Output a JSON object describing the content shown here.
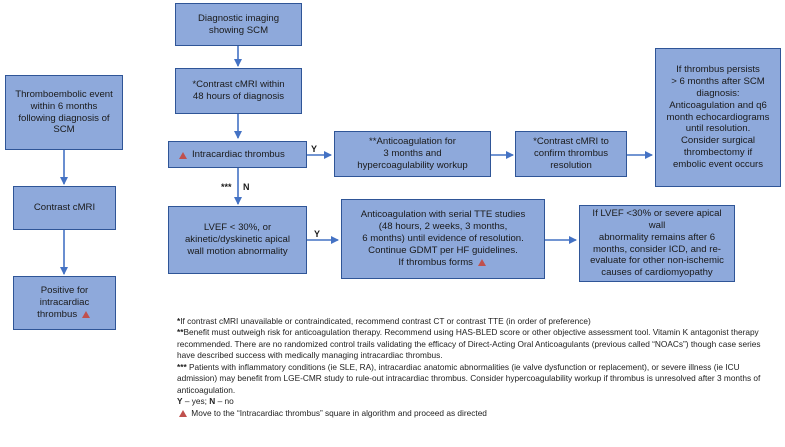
{
  "boxes": {
    "imaging": [
      "Diagnostic imaging",
      "showing SCM"
    ],
    "cmri48": [
      "*Contrast cMRI within",
      "48 hours of diagnosis"
    ],
    "intracardiac": "Intracardiac thrombus",
    "anticoag3": [
      "**Anticoagulation for",
      "3 months and",
      "hypercoagulability workup"
    ],
    "confirm": [
      "*Contrast cMRI to",
      "confirm thrombus",
      "resolution"
    ],
    "persist": [
      "If thrombus persists",
      "> 6 months after SCM",
      "diagnosis:",
      "Anticoagulation and q6",
      "month echocardiograms",
      "until resolution.",
      "Consider surgical",
      "thrombectomy if",
      "embolic event occurs"
    ],
    "lvef": [
      "LVEF < 30%, or",
      "akinetic/dyskinetic apical",
      "wall motion abnormality"
    ],
    "serial": [
      "Anticoagulation with serial TTE studies",
      "(48 hours, 2 weeks, 3 months,",
      "6 months) until evidence of resolution.",
      "Continue GDMT per HF guidelines."
    ],
    "serial_last": "If thrombus forms",
    "icd": [
      "If LVEF <30% or severe apical wall",
      "abnormality remains after 6",
      "months, consider ICD, and re-",
      "evaluate for other non-ischemic",
      "causes of cardiomyopathy"
    ],
    "thrombo": [
      "Thromboembolic event",
      "within 6 months",
      "following diagnosis of",
      "SCM"
    ],
    "contrast": "Contrast cMRI",
    "positive": [
      "Positive for",
      "intracardiac",
      "thrombus"
    ]
  },
  "labels": {
    "yes1": "Y",
    "yes2": "Y",
    "no_stars": "***",
    "no": "N"
  },
  "notes": {
    "n1_mark": "*",
    "n1": "If contrast cMRI unavailable or contraindicated, recommend contrast CT or contrast TTE (in order of preference)",
    "n2_mark": "**",
    "n2": "Benefit must outweigh risk for anticoagulation therapy. Recommend using HAS-BLED score or other objective assessment tool. Vitamin K antagonist therapy recommended. There are no randomized control trails validating the efficacy of Direct-Acting Oral Anticoagulants (previous called “NOACs”) though case series have described success with medically managing intracardiac thrombus.",
    "n3_mark": "***",
    "n3": " Patients with inflammatory conditions (ie SLE, RA), intracardiac anatomic abnormalities (ie valve dysfunction or replacement), or severe illness (ie ICU admission) may benefit from LGE-CMR study to rule-out intracardiac thrombus. Consider hypercoagulability workup if thrombus is unresolved after 3 months of anticoagulation.",
    "y_mark": "Y",
    "y_text": " – yes; ",
    "n_mark": "N",
    "n_text": " – no",
    "tri_text": " Move to the “Intracardiac thrombus” square in algorithm and proceed as directed"
  },
  "colors": {
    "box_fill": "#8ea9db",
    "box_border": "#2f5597",
    "arrow": "#4472c4",
    "triangle": "#c0504d"
  }
}
